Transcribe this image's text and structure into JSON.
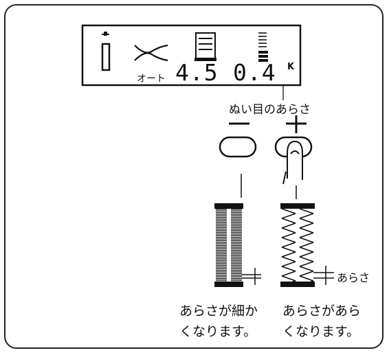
{
  "display": {
    "mode_label": "オート",
    "width_value": "4.5",
    "length_value": "0.4",
    "unit_mark": "K"
  },
  "adjust_label": "ぬい目のあらさ",
  "minus_symbol": "−",
  "plus_symbol": "+",
  "density_label": "あらさ",
  "captions": {
    "left_line1": "あらさが細か",
    "left_line2": "くなります。",
    "right_line1": "あらさがあら",
    "right_line2": "くなります。"
  },
  "icons": {
    "pattern": "buttonhole-pattern-icon",
    "stitch": "stitch-crossover-icon",
    "width": "stitch-width-icon",
    "length": "stitch-length-icon",
    "finger": "finger-press-icon"
  }
}
